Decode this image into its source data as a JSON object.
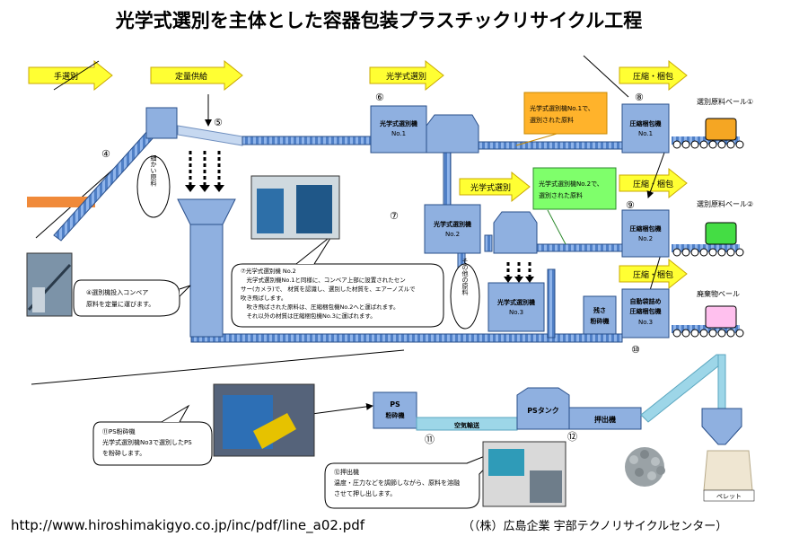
{
  "title": "光学式選別を主体とした容器包装プラスチックリサイクル工程",
  "footer": {
    "url": "http://www.hiroshimakigyo.co.jp/inc/pdf/line_a02.pdf",
    "credit": "（（株）広島企業 宇部テクノリサイクルセンター）"
  },
  "arrows": {
    "manual": "手選別",
    "feed": "定量供給",
    "optical1": "光学式選別",
    "optical2": "光学式選別",
    "compress1": "圧縮・梱包",
    "compress2": "圧縮・梱包",
    "compress3": "圧縮・梱包"
  },
  "numbers": {
    "n4": "④",
    "n5": "⑤",
    "n6": "⑥",
    "n7": "⑦",
    "n8": "⑧",
    "n9": "⑨",
    "n10": "⑩",
    "n11": "⑪",
    "n12": "⑫"
  },
  "machines": {
    "sorter1": [
      "光学式選別機",
      "No.1"
    ],
    "sorter2": [
      "光学式選別機",
      "No.2"
    ],
    "sorter3": [
      "光学式選別機",
      "No.3"
    ],
    "baler1": [
      "圧縮梱包機",
      "No.1"
    ],
    "baler2": [
      "圧縮梱包機",
      "No.2"
    ],
    "baler3": [
      "自動袋詰め",
      "圧縮梱包機",
      "No.3"
    ],
    "crusher": [
      "残さ",
      "粉砕機"
    ],
    "ps_crusher": [
      "PS",
      "粉砕機"
    ],
    "ps_tank": "PSタンク",
    "extruder": "押出機",
    "air_transport": "空気輸送"
  },
  "notes": {
    "box1": [
      "光学式選別機No.1で、",
      "選別された原料"
    ],
    "box2": [
      "光学式選別機No.2で、",
      "選別された原料"
    ],
    "fine": "細かい原料",
    "other": "その他の原料"
  },
  "outputs": {
    "bale1": "選別原料ベール①",
    "bale2": "選別原料ベール②",
    "waste": "廃棄物ベール",
    "pellet": "ペレット"
  },
  "callouts": {
    "c4": [
      "④選別機投入コンベア",
      "原料を定量に運びます。"
    ],
    "c7": [
      "⑦光学式選別機 No.2",
      "　光学式選別機No.1と同様に、コンベア上部に設置されたセン",
      "サー(カメラ)で、 材質を認識し、選別した材質を、エアーノズルで",
      "吹き飛ばします。",
      "　吹き飛ばされた原料は、圧縮梱包機No.2へと運ばれます。",
      "　それ以外の材質は圧縮梱包機No.3に運ばれます。"
    ],
    "c11": [
      "⑪PS粉砕機",
      "光学式選別機No3で選別したPS",
      "を粉砕します。"
    ],
    "c12": [
      "⑫押出機",
      "温度・圧力などを調節しながら、原料を溶融",
      "させて押し出します。"
    ]
  },
  "colors": {
    "machine": "#8fb0e0",
    "machine_stroke": "#2a4f8a",
    "conveyor": "#4f7fc6",
    "arrow_yellow": "#ffff33",
    "note1": "#ffb32b",
    "note2": "#7fff6b",
    "bale_orange": "#f5a623",
    "bale_green": "#44dd44",
    "bale_pink": "#ffc0ee",
    "air_pipe": "#9dd6e8",
    "hand_sort_bar": "#f08a3a"
  }
}
